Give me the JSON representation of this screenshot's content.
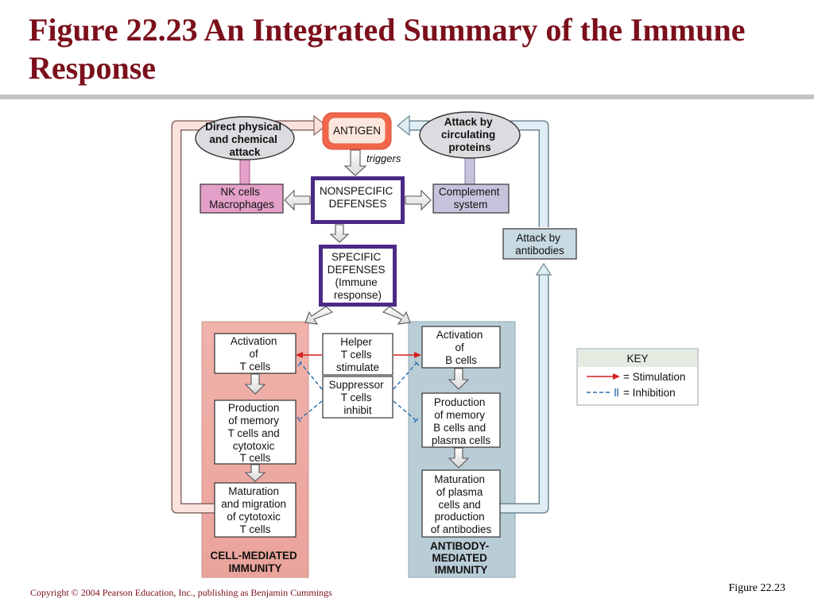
{
  "title": "Figure 22.23  An Integrated Summary of the Immune Response",
  "copyright": "Copyright © 2004 Pearson Education, Inc., publishing as Benjamin Cummings",
  "figure_label": "Figure 22.23",
  "diagram": {
    "antigen": "ANTIGEN",
    "triggers": "triggers",
    "direct_attack": [
      "Direct physical",
      "and chemical",
      "attack"
    ],
    "circulating_attack": [
      "Attack by",
      "circulating",
      "proteins"
    ],
    "nk_cells": [
      "NK cells",
      "Macrophages"
    ],
    "nonspecific": [
      "NONSPECIFIC",
      "DEFENSES"
    ],
    "complement": [
      "Complement",
      "system"
    ],
    "specific": [
      "SPECIFIC",
      "DEFENSES",
      "(Immune",
      "response)"
    ],
    "antibody_attack": [
      "Attack by",
      "antibodies"
    ],
    "t_activation": [
      "Activation",
      "of",
      "T cells"
    ],
    "t_memory": [
      "Production",
      "of memory",
      "T cells and",
      "cytotoxic",
      "T cells"
    ],
    "t_maturation": [
      "Maturation",
      "and migration",
      "of cytotoxic",
      "T cells"
    ],
    "helper": [
      "Helper",
      "T cells",
      "stimulate"
    ],
    "suppressor": [
      "Suppressor",
      "T cells",
      "inhibit"
    ],
    "b_activation": [
      "Activation",
      "of",
      "B cells"
    ],
    "b_memory": [
      "Production",
      "of memory",
      "B cells and",
      "plasma cells"
    ],
    "b_maturation": [
      "Maturation",
      "of plasma",
      "cells and",
      "production",
      "of antibodies"
    ],
    "cell_mediated": [
      "CELL-MEDIATED",
      "IMMUNITY"
    ],
    "antibody_mediated": [
      "ANTIBODY-",
      "MEDIATED",
      "IMMUNITY"
    ],
    "key": {
      "heading": "KEY",
      "stimulation": "= Stimulation",
      "inhibition": "= Inhibition"
    }
  },
  "colors": {
    "title": "#7b0f1b",
    "cell_mediated_panel": "#efaea8",
    "antibody_panel": "#b9cdd7",
    "defense_border": "#4b2a86",
    "nk_box": "#e4a0c8",
    "stimulation": "#d42020",
    "inhibition": "#2a6fb0"
  }
}
